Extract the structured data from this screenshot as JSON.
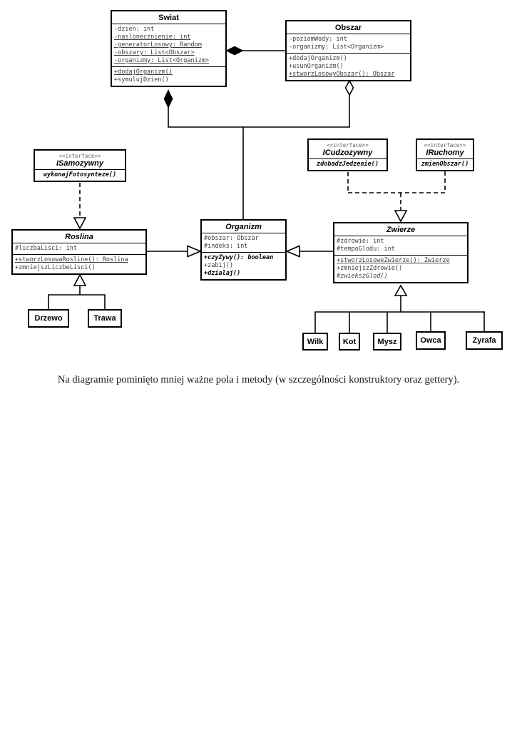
{
  "stereotype": "<<interface>>",
  "caption": "Na diagramie pominięto mniej ważne pola i metody (w szczególności konstruktory oraz gettery).",
  "classes": {
    "swiat": {
      "title": "Swiat",
      "attrs": [
        "-dzien: int",
        "-naslonecznienie: int",
        "-generatorLosowy: Random",
        "-obszary: List<Obszar>",
        "-organizmy: List<Organizm>"
      ],
      "methods": [
        "+dodajOrganizm()",
        "+symulujDzien()"
      ]
    },
    "obszar": {
      "title": "Obszar",
      "attrs": [
        "-poziomWody: int",
        "-organizmy: List<Organizm>"
      ],
      "methods": [
        "+dodajOrganizm()",
        "+usunOrganizm()",
        "+stworzLosowyObszar(): Obszar"
      ]
    },
    "isamozywny": {
      "title": "ISamozywny",
      "methods": [
        "wykonajFotosynteze()"
      ]
    },
    "icudzozywny": {
      "title": "ICudzozywny",
      "methods": [
        "zdobadzJedzenie()"
      ]
    },
    "iruchomy": {
      "title": "IRuchomy",
      "methods": [
        "zmienObszar()"
      ]
    },
    "organizm": {
      "title": "Organizm",
      "attrs": [
        "#obszar: Obszar",
        "#indeks: int"
      ],
      "methods": [
        "+czyZywy(): boolean",
        "+zabij()",
        "+dzialaj()"
      ]
    },
    "roslina": {
      "title": "Roslina",
      "attrs": [
        "#liczbaLisci: int"
      ],
      "methods": [
        "+stworzLosowaRosline(): Roslina",
        "+zmniejszLiczbeLisci()"
      ]
    },
    "zwierze": {
      "title": "Zwierze",
      "attrs": [
        "#zdrowie: int",
        "#tempoGlodu: int"
      ],
      "methods": [
        "+stworzLosoweZwierze(): Zwierze",
        "+zmniejszZdrowie()",
        "#zwiekszGlod()"
      ]
    },
    "drzewo": {
      "title": "Drzewo"
    },
    "trawa": {
      "title": "Trawa"
    },
    "wilk": {
      "title": "Wilk"
    },
    "kot": {
      "title": "Kot"
    },
    "mysz": {
      "title": "Mysz"
    },
    "owca": {
      "title": "Owca"
    },
    "zyrafa": {
      "title": "Zyrafa"
    }
  },
  "relations": [
    {
      "type": "composition",
      "from": "Swiat",
      "to": "Obszar"
    },
    {
      "type": "composition",
      "from": "Swiat",
      "to": "Organizm"
    },
    {
      "type": "aggregation",
      "from": "Obszar",
      "to": "Organizm"
    },
    {
      "type": "realization",
      "from": "Roslina",
      "to": "ISamozywny"
    },
    {
      "type": "realization",
      "from": "Zwierze",
      "to": "ICudzozywny"
    },
    {
      "type": "realization",
      "from": "Zwierze",
      "to": "IRuchomy"
    },
    {
      "type": "generalization",
      "from": "Roslina",
      "to": "Organizm"
    },
    {
      "type": "generalization",
      "from": "Zwierze",
      "to": "Organizm"
    },
    {
      "type": "generalization",
      "from": "Drzewo",
      "to": "Roslina"
    },
    {
      "type": "generalization",
      "from": "Trawa",
      "to": "Roslina"
    },
    {
      "type": "generalization",
      "from": "Wilk",
      "to": "Zwierze"
    },
    {
      "type": "generalization",
      "from": "Kot",
      "to": "Zwierze"
    },
    {
      "type": "generalization",
      "from": "Mysz",
      "to": "Zwierze"
    },
    {
      "type": "generalization",
      "from": "Owca",
      "to": "Zwierze"
    },
    {
      "type": "generalization",
      "from": "Zyrafa",
      "to": "Zwierze"
    }
  ]
}
